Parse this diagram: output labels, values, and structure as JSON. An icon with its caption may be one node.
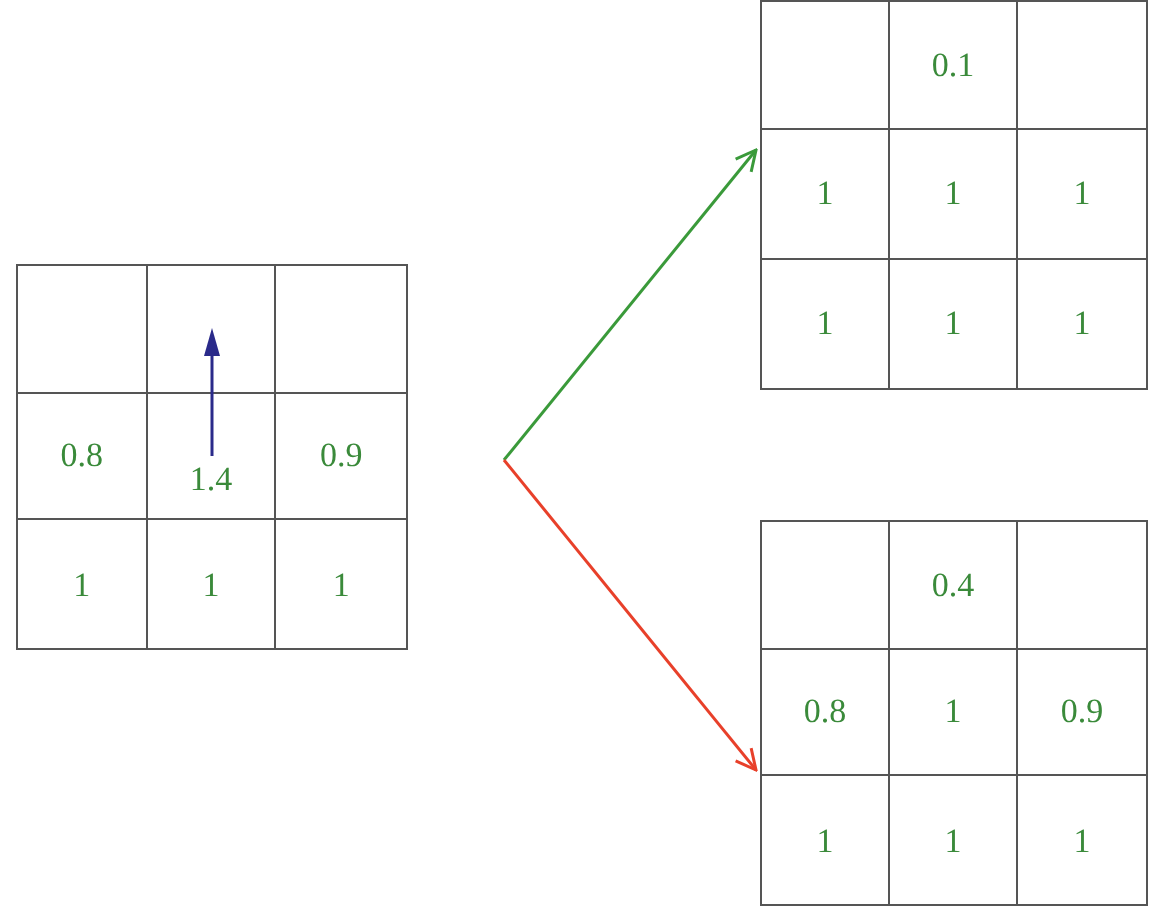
{
  "diagram": {
    "nodes": [
      {
        "text": [
          "0.8",
          "1.4",
          "0.9",
          "1",
          "1",
          "1"
        ]
      },
      {
        "text": [
          "0.1",
          "1",
          "1",
          "1",
          "1",
          "1",
          "1"
        ]
      },
      {
        "text": [
          "0.4",
          "0.8",
          "1",
          "0.9",
          "1",
          "1",
          "1"
        ]
      }
    ],
    "edges": [
      {
        "from": null,
        "to": 1,
        "arrow": "to",
        "color": "#3a9a3a"
      },
      {
        "from": null,
        "to": 2,
        "arrow": "to",
        "color": "#e8402a"
      }
    ]
  }
}
